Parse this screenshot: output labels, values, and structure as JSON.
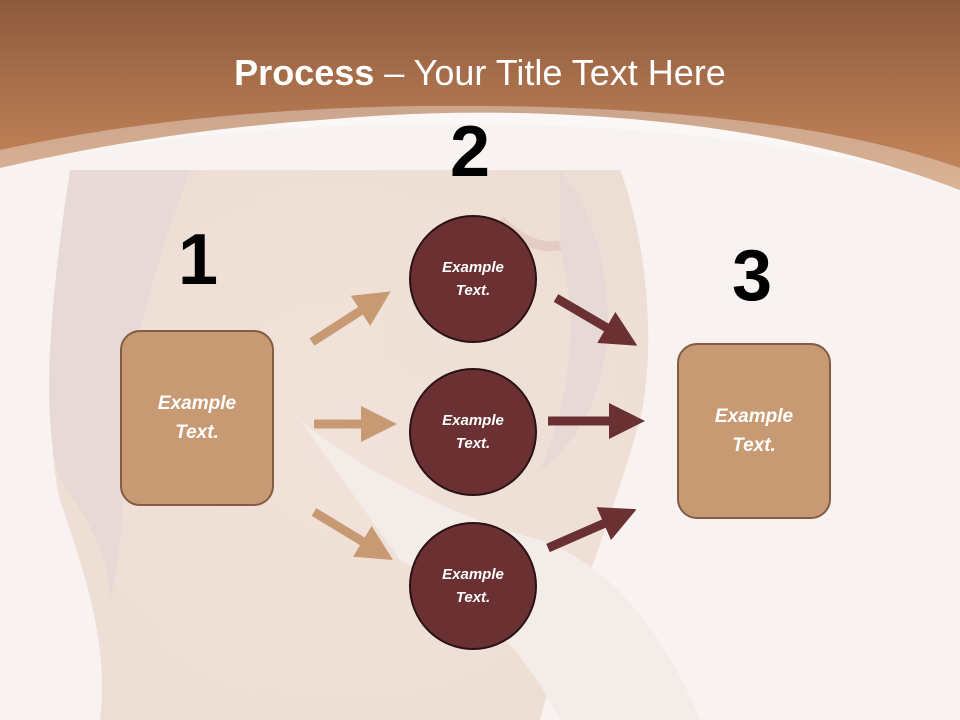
{
  "slide": {
    "title_bold": "Process",
    "title_rest": " – Your Title Text Here"
  },
  "steps": {
    "num1": "1",
    "num2": "2",
    "num3": "3"
  },
  "boxes": {
    "left": "Example\nText.",
    "right": "Example\nText."
  },
  "circles": {
    "top": "Example\nText.",
    "middle": "Example\nText.",
    "bottom": "Example\nText."
  },
  "colors": {
    "header": "#b47a52",
    "box_fill": "#c89a74",
    "circle_fill": "#6b3032",
    "arrow_light": "#c89a74",
    "arrow_dark": "#6b3032"
  }
}
